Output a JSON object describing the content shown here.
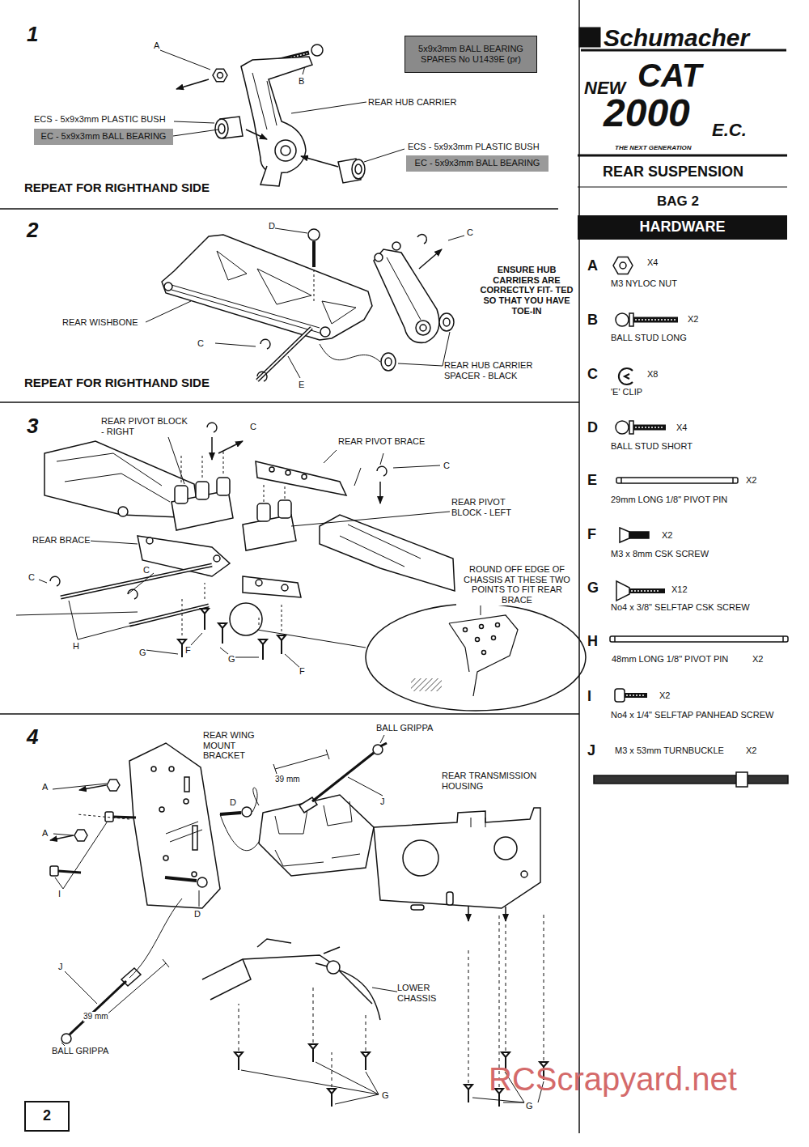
{
  "diagram": {
    "nodes": [
      {
        "text": [
          "5x9x3mm BALL BEARING SPARES No U1439E (pr)"
        ]
      },
      {
        "text": [
          "EC - 5x9x3mm BALL BEARING"
        ]
      },
      {
        "text": [
          "EC - 5x9x3mm BALL BEARING"
        ]
      },
      {
        "text": [
          "HARDWARE"
        ]
      },
      {
        "text": [
          "2"
        ]
      }
    ],
    "labels": [
      "1",
      "A",
      "B",
      "ECS - 5x9x3mm PLASTIC BUSH",
      "REAR HUB CARRIER",
      "ECS - 5x9x3mm PLASTIC BUSH",
      "REPEAT FOR RIGHTHAND SIDE",
      "2",
      "D",
      "C",
      "ENSURE HUB CARRIERS ARE CORRECTLY FIT- TED SO THAT YOU HAVE TOE-IN",
      "REAR WISHBONE",
      "C",
      "REAR HUB CARRIER SPACER - BLACK",
      "E",
      "REPEAT FOR RIGHTHAND SIDE",
      "3",
      "REAR PIVOT BLOCK - RIGHT",
      "C",
      "REAR PIVOT BRACE",
      "C",
      "REAR PIVOT BLOCK - LEFT",
      "REAR BRACE",
      "C",
      "C",
      "ROUND OFF EDGE OF CHASSIS AT THESE TWO POINTS TO FIT REAR BRACE",
      "H",
      "G",
      "F",
      "G",
      "F",
      "4",
      "REAR WING MOUNT BRACKET",
      "BALL GRIPPA",
      "39 mm",
      "REAR TRANSMISSION HOUSING",
      "A",
      "D",
      "J",
      "A",
      "I",
      "D",
      "J",
      "39 mm",
      "LOWER CHASSIS",
      "BALL GRIPPA",
      "G",
      "G",
      "RCScrapyard.net",
      "Schumacher",
      "NEW",
      "CAT",
      "2000",
      "E.C.",
      "THE NEXT GENERATION",
      "REAR SUSPENSION",
      "BAG 2",
      "A",
      "X4",
      "M3 NYLOC NUT",
      "B",
      "X2",
      "BALL STUD LONG",
      "C",
      "X8",
      "'E' CLIP",
      "D",
      "X4",
      "BALL STUD SHORT",
      "E",
      "X2",
      "29mm LONG 1/8\" PIVOT PIN",
      "F",
      "X2",
      "M3 x 8mm CSK SCREW",
      "G",
      "X12",
      "No4 x 3/8\" SELFTAP CSK SCREW",
      "H",
      "48mm LONG 1/8\" PIVOT PIN",
      "X2",
      "I",
      "X2",
      "No4 x 1/4\" SELFTAP PANHEAD SCREW",
      "J",
      "M3 x 53mm TURNBUCKLE",
      "X2"
    ]
  }
}
